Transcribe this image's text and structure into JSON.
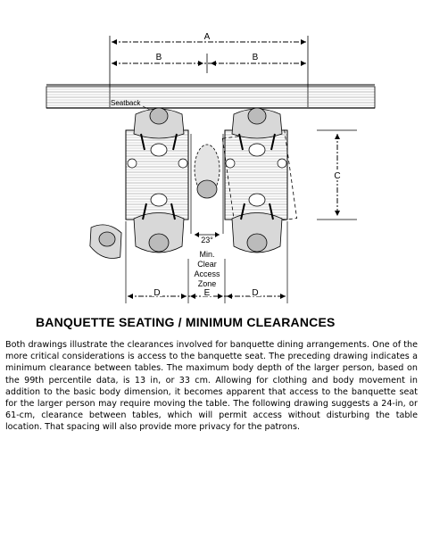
{
  "drawing": {
    "dimension_labels": {
      "a": "A",
      "b_left": "B",
      "b_right": "B",
      "c": "C",
      "d_left": "D",
      "e": "E",
      "d_right": "D"
    },
    "seatback_label": "Seatback",
    "angle_label": "23°",
    "zone_label": [
      "Min.",
      "Clear",
      "Access",
      "Zone"
    ]
  },
  "caption": "BANQUETTE SEATING / MINIMUM CLEARANCES",
  "body_text": "Both drawings illustrate the clearances involved for banquette dining arrangements. One of the more critical considerations is access to the banquette seat. The preceding drawing indicates a minimum clearance between tables. The maximum body depth of the larger person, based on the 99th percentile data, is 13 in, or 33 cm. Allowing for clothing and body movement in addition to the basic body dimension, it becomes apparent that access to the banquette seat for the larger person may require moving the table. The following drawing suggests a 24-in, or 61-cm, clearance between tables, which will permit access without disturbing the table location. That spacing will also provide more privacy for the patrons."
}
